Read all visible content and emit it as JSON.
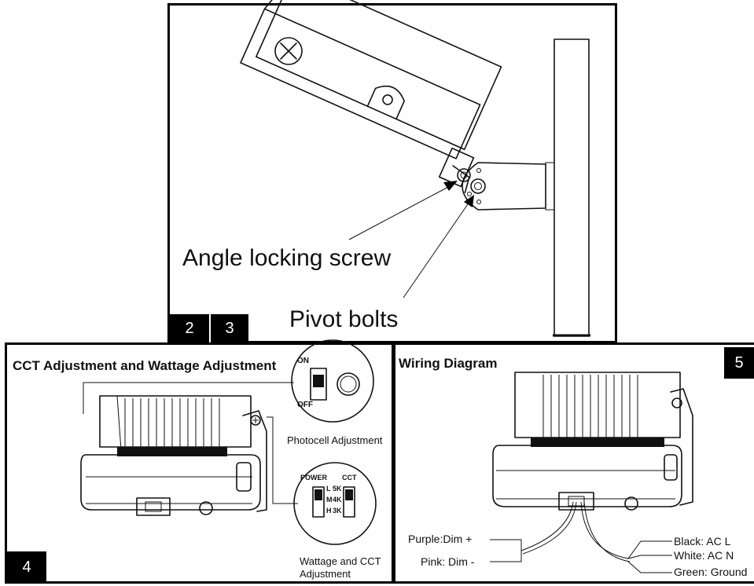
{
  "panel_top": {
    "badge_2": "2",
    "badge_3": "3",
    "angle_label": "Angle locking screw",
    "pivot_label": "Pivot bolts"
  },
  "panel_left": {
    "title": "CCT Adjustment and Wattage Adjustment",
    "badge": "4",
    "switch_on": "ON",
    "switch_off": "OFF",
    "photocell_label": "Photocell Adjustment",
    "power_label": "POWER",
    "cct_label": "CCT",
    "power_levels": [
      "L",
      "M",
      "H"
    ],
    "cct_levels": [
      "5K",
      "4K",
      "3K"
    ],
    "wattage_label_line1": "Wattage and CCT",
    "wattage_label_line2": "Adjustment"
  },
  "panel_right": {
    "title": "Wiring Diagram",
    "badge": "5",
    "wires": {
      "purple": "Purple:Dim +",
      "pink": "Pink: Dim -",
      "black": "Black: AC L",
      "white": "White: AC N",
      "green": "Green: Ground"
    }
  }
}
